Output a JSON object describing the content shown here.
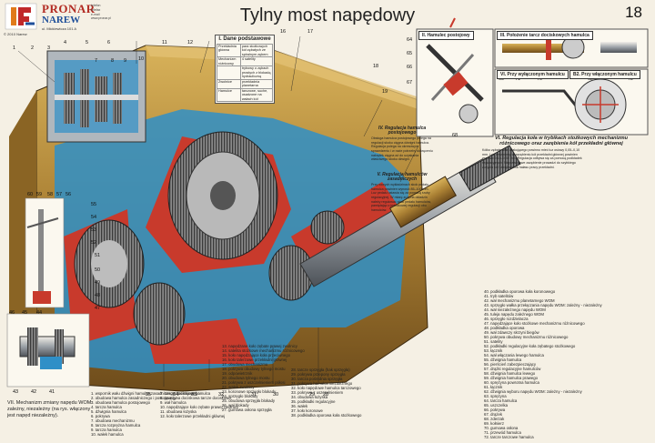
{
  "header": {
    "brand": "PRONAR",
    "sub_brand": "NAREW",
    "address_line": "ul. Mickiewicza 101 A",
    "year_line": "© 2010 Narew",
    "contact_lines": [
      "telefon",
      "telefax",
      "e-mail",
      "",
      "",
      "www.pronar.pl"
    ],
    "title": "Tylny most napędowy",
    "page_number": "18"
  },
  "specs_box": {
    "title": "I. Dane podstawowe",
    "rows": [
      {
        "k": "Przekładnia główna",
        "v": "para stożkowych kół zębatych ze spiralnym zębem"
      },
      {
        "k": "Mechanizm różnicowy",
        "v": "4 satelity"
      },
      {
        "k": "",
        "v": "trybowy o zębach prostych z blokadą hydrauliczną"
      },
      {
        "k": "Zwolnice",
        "v": "przekładnia planetarna"
      },
      {
        "k": "Hamulce",
        "v": "tarczowe, suche, osadzone na wałach kół"
      }
    ]
  },
  "section_iv": {
    "title": "IV. Regulacja hamulca postojowego",
    "text": "Obsługa hamulca postojowego polega na regulacji skoku cięgna dźwigni hamulca. Regulacja polega na okresowym sprawdzeniu i w razie potrzeby dokręceniu nakrętek cięgna aż do uzyskania właściwego skoku dźwigni."
  },
  "section_v": {
    "title": "V. Regulacja hamulców zasadniczych",
    "text": "Przy nowych wykładzinach skok pedału hamulca powinien wynosić 85–100 mm. Luz pedału ustawia się za pomocą śruby regulacyjnej. W miarę zużycia okładzin należy regulować skok pedału hamulców, pamiętając o jednakowej regulacji obu hamulców."
  },
  "section_vi": {
    "title": "VI. Regulacja koła w trybikach stożkowych mechanizmu różnicowego oraz zazębienia kół przekładni głównej",
    "text": "Kółko zębate wału atakującego powinno mieć luz osiowy 0,05–0,10 mm. Luz obwodowy w zazębieniu kół przekładni głównej powinien wynosić 0,18–0,30 mm. Regulacja odbywa się za pomocą podkładek regulacyjnych. Nieprawidłowe zazębienie prowadzi do szybkiego zużycia kół i zwiększenia hałasu pracy przekładni."
  },
  "panels": {
    "ii": "II. Hamulec postojowy",
    "iii": "III. Położenie tarcz dociskowych hamulca",
    "vi_a": "VI. Przy wyłączonym hamulcu",
    "vi_b": "B2. Przy włączonym hamulcu"
  },
  "vii_caption": "VII. Mechanizm zmiany napędu WOM: zależny, niezależny (na rys. włączony jest napęd niezależny).",
  "legend": {
    "col1": [
      "1. wspornik wału dźwigni hamulca zasadniczego i postojowego",
      "2. obudowa hamulca zasadniczego i postojowego",
      "3. obudowa hamulca postojowego",
      "4. tarcza hamulca",
      "5. dźwignia hamulca",
      "6. pokrywa",
      "7. obudowa mechanizmu",
      "8. tarcza rozprężna hamulca",
      "9. tarcza hamulca",
      "10. wałek hamulca"
    ],
    "col2": [
      "7. tarcze dociskowe hamulca",
      "8. sprężyna dociskowa tarcze dociskowe",
      "9. wał hamulca",
      "10. napędzające koło zębate prawej zwolnicy",
      "11. obudowa łożyska",
      "12. koło talerzowe przekładni głównej"
    ],
    "col3": [
      "13. napędzane koło zębate prawej zwolnicy",
      "14. satelita stożkowe mechanizmu różnicowego",
      "15. koło napędzające koła przeciwnego",
      "16. koło talerzowe przekładni głównej",
      "17. obudowa mechanizmu",
      "18. pokrywa obudowy tylnego mostu",
      "19. odpowietrznik",
      "20. obudowa tylnego mostu",
      "21. pokrywa z uszczelnieniem półosi",
      "22. wałek zwolnicy",
      "23. koronowe sprzęgło blokady",
      "24. sprzęgło blokady",
      "25. obudowa sprzęgła blokady",
      "26. wał blokady",
      "27. gumowa osłona sprzęgła"
    ],
    "col4": [
      "28. tarcze sprzęgła (hak sprzęgła)",
      "29. pokrywa przepony sprzęgła",
      "30. tarcza pośrednia sprzęgła",
      "31. pokrywa hamulca niezależnego",
      "32. koło napędowe hamulca tarczowego",
      "33. pokrywa z uszczelnieniem",
      "34. obudowa łożyska",
      "35. podkładki regulacyjne",
      "36. wałek",
      "37. koło koronowe",
      "38. podkładka oporowa koła stożkowego"
    ],
    "col5": [
      "40. podkładka oporowa koła koronowego",
      "41. tryb satelitów",
      "42. wał mechanizmu planetarnego WOM",
      "43. sprzęgło wałka przełączania napędu WOM: zależny - niezależny",
      "44. wał niezależnego napędu WOM",
      "45. tuleja napędu zależnego WOM",
      "46. sprzęgło rozdzielacza",
      "47. napędzające koło stożkowe mechanizmu różnicowego",
      "48. podkładka oporowa",
      "49. wał zdawczy skrzyni biegów",
      "50. pokrywa obudowy mechanizmu różnicowego",
      "51. satelity",
      "52. podkładki regulacyjne koła zębatego stożkowego",
      "53. łącznik",
      "54. wał włączania lewego hamulca",
      "55. dźwignia hamulca",
      "56. pierścień zabezpieczający",
      "57. drążki regulacyjne hamulców",
      "58. dźwignia hamulca lewego",
      "59. dźwignia hamulca prawego",
      "60. sprężyna powrotna hamulca",
      "61. łącznik",
      "62. dźwignia wyboru napędu WOM: zależny - niezależny",
      "63. sprężyna",
      "64. tarcza hamulca",
      "65. uszczelka",
      "66. pokrywa",
      "67. drążek",
      "68. zderzak",
      "69. kołnierz",
      "70. gumowa osłona",
      "71. przewód hamulca",
      "72. tarcze tarczowe hamulca"
    ]
  }
}
